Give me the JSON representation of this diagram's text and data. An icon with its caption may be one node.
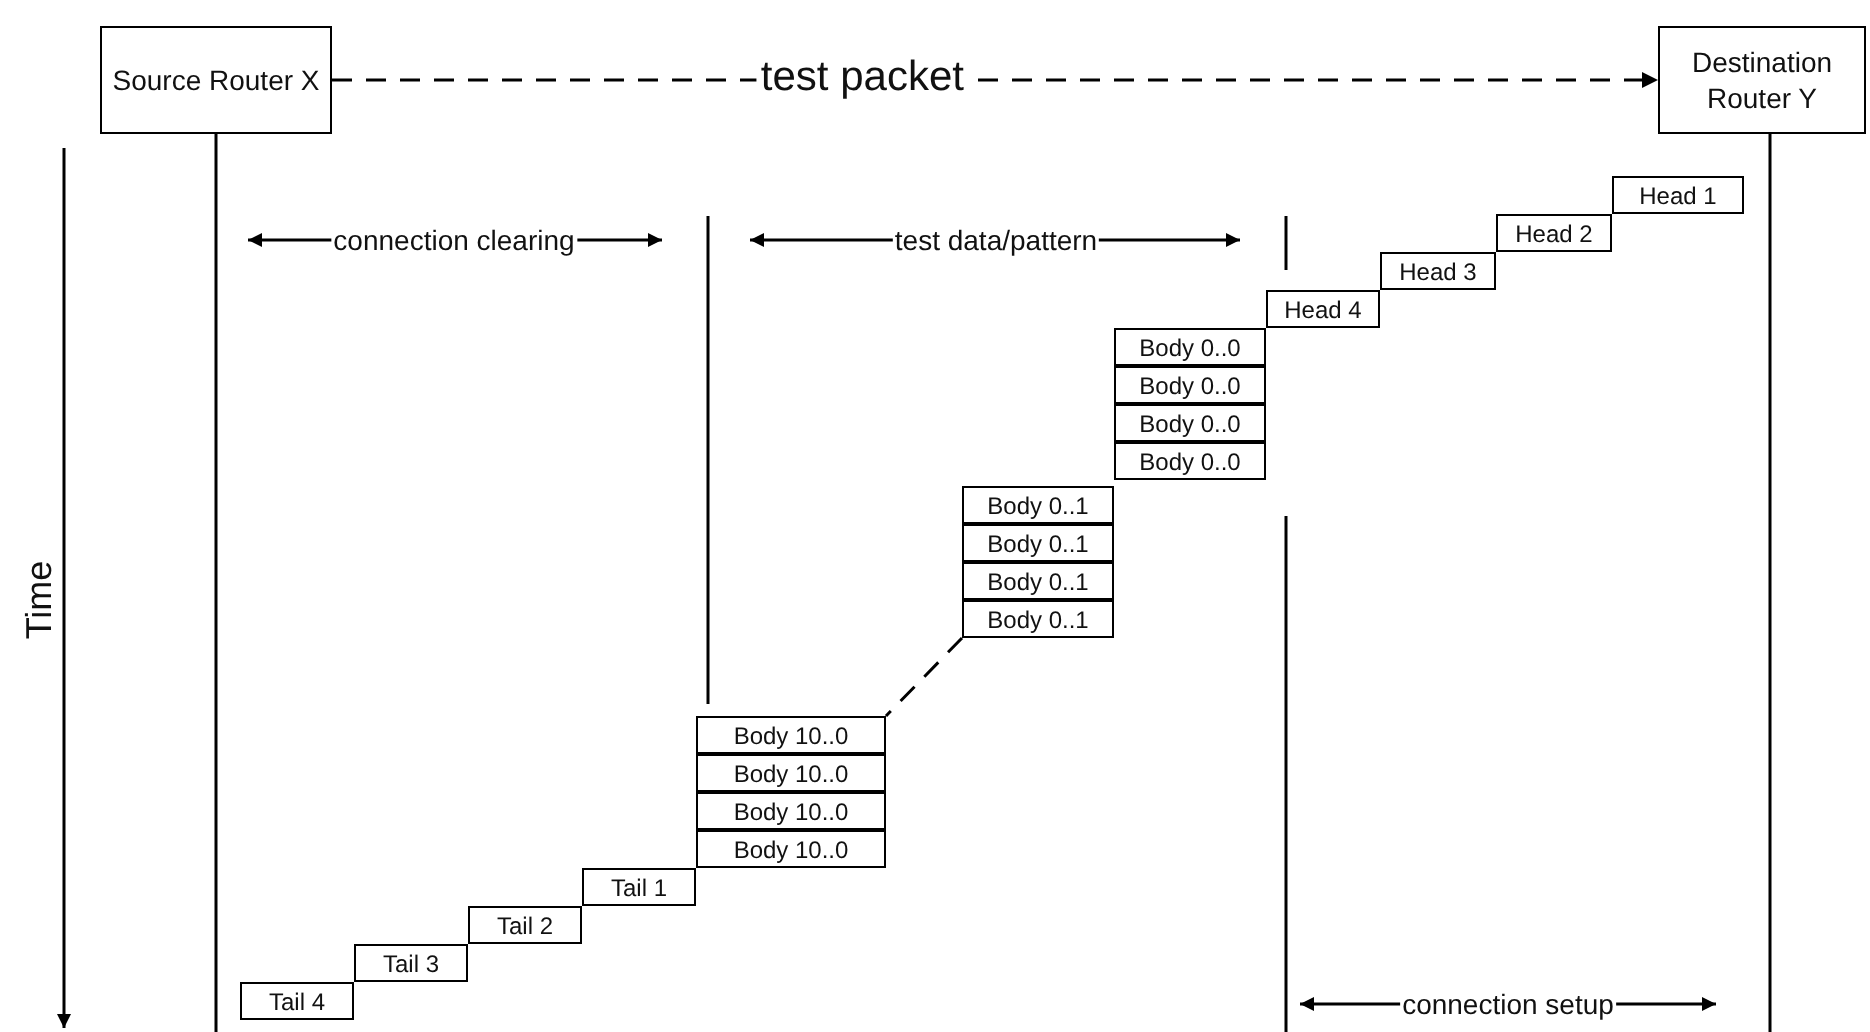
{
  "diagram": {
    "nodes": [
      {
        "text": [
          "Source Router X"
        ]
      },
      {
        "text": [
          "Destination Router Y"
        ]
      },
      {
        "text": [
          "Head 1"
        ]
      },
      {
        "text": [
          "Head 2"
        ]
      },
      {
        "text": [
          "Head 3"
        ]
      },
      {
        "text": [
          "Head 4"
        ]
      },
      {
        "text": [
          "Body 0..0"
        ]
      },
      {
        "text": [
          "Body 0..0"
        ]
      },
      {
        "text": [
          "Body 0..0"
        ]
      },
      {
        "text": [
          "Body 0..0"
        ]
      },
      {
        "text": [
          "Body 0..1"
        ]
      },
      {
        "text": [
          "Body 0..1"
        ]
      },
      {
        "text": [
          "Body 0..1"
        ]
      },
      {
        "text": [
          "Body 0..1"
        ]
      },
      {
        "text": [
          "Body 10..0"
        ]
      },
      {
        "text": [
          "Body 10..0"
        ]
      },
      {
        "text": [
          "Body 10..0"
        ]
      },
      {
        "text": [
          "Body 10..0"
        ]
      },
      {
        "text": [
          "Tail 1"
        ]
      },
      {
        "text": [
          "Tail 2"
        ]
      },
      {
        "text": [
          "Tail 3"
        ]
      },
      {
        "text": [
          "Tail 4"
        ]
      }
    ],
    "edges": [
      {
        "from": 0,
        "to": 1,
        "arrow": "to",
        "label": "test packet",
        "style": "dashed"
      },
      {
        "from": 13,
        "to": 14,
        "arrow": "none",
        "style": "dashed"
      }
    ],
    "labels": [
      "connection clearing",
      "test data/pattern",
      "Time",
      "connection setup"
    ]
  }
}
